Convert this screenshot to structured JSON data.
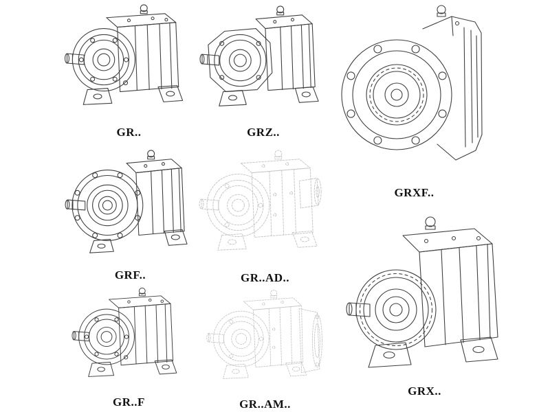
{
  "page": {
    "background": "#ffffff",
    "line_color": "#3f3f3f",
    "ghost_line_color": "#c6c6c6",
    "label_color": "#111111",
    "description": "Catalog sheet of helical gear reducer line drawings"
  },
  "figures": [
    {
      "id": "gr",
      "label": "GR..",
      "style": "solid"
    },
    {
      "id": "grz",
      "label": "GRZ..",
      "style": "solid"
    },
    {
      "id": "grxf",
      "label": "GRXF..",
      "style": "solid"
    },
    {
      "id": "grf",
      "label": "GRF..",
      "style": "solid"
    },
    {
      "id": "gr-ad",
      "label": "GR..AD..",
      "style": "ghost"
    },
    {
      "id": "gr-f",
      "label": "GR..F",
      "style": "solid"
    },
    {
      "id": "gr-am",
      "label": "GR..AM..",
      "style": "ghost"
    },
    {
      "id": "grx",
      "label": "GRX..",
      "style": "solid"
    }
  ]
}
